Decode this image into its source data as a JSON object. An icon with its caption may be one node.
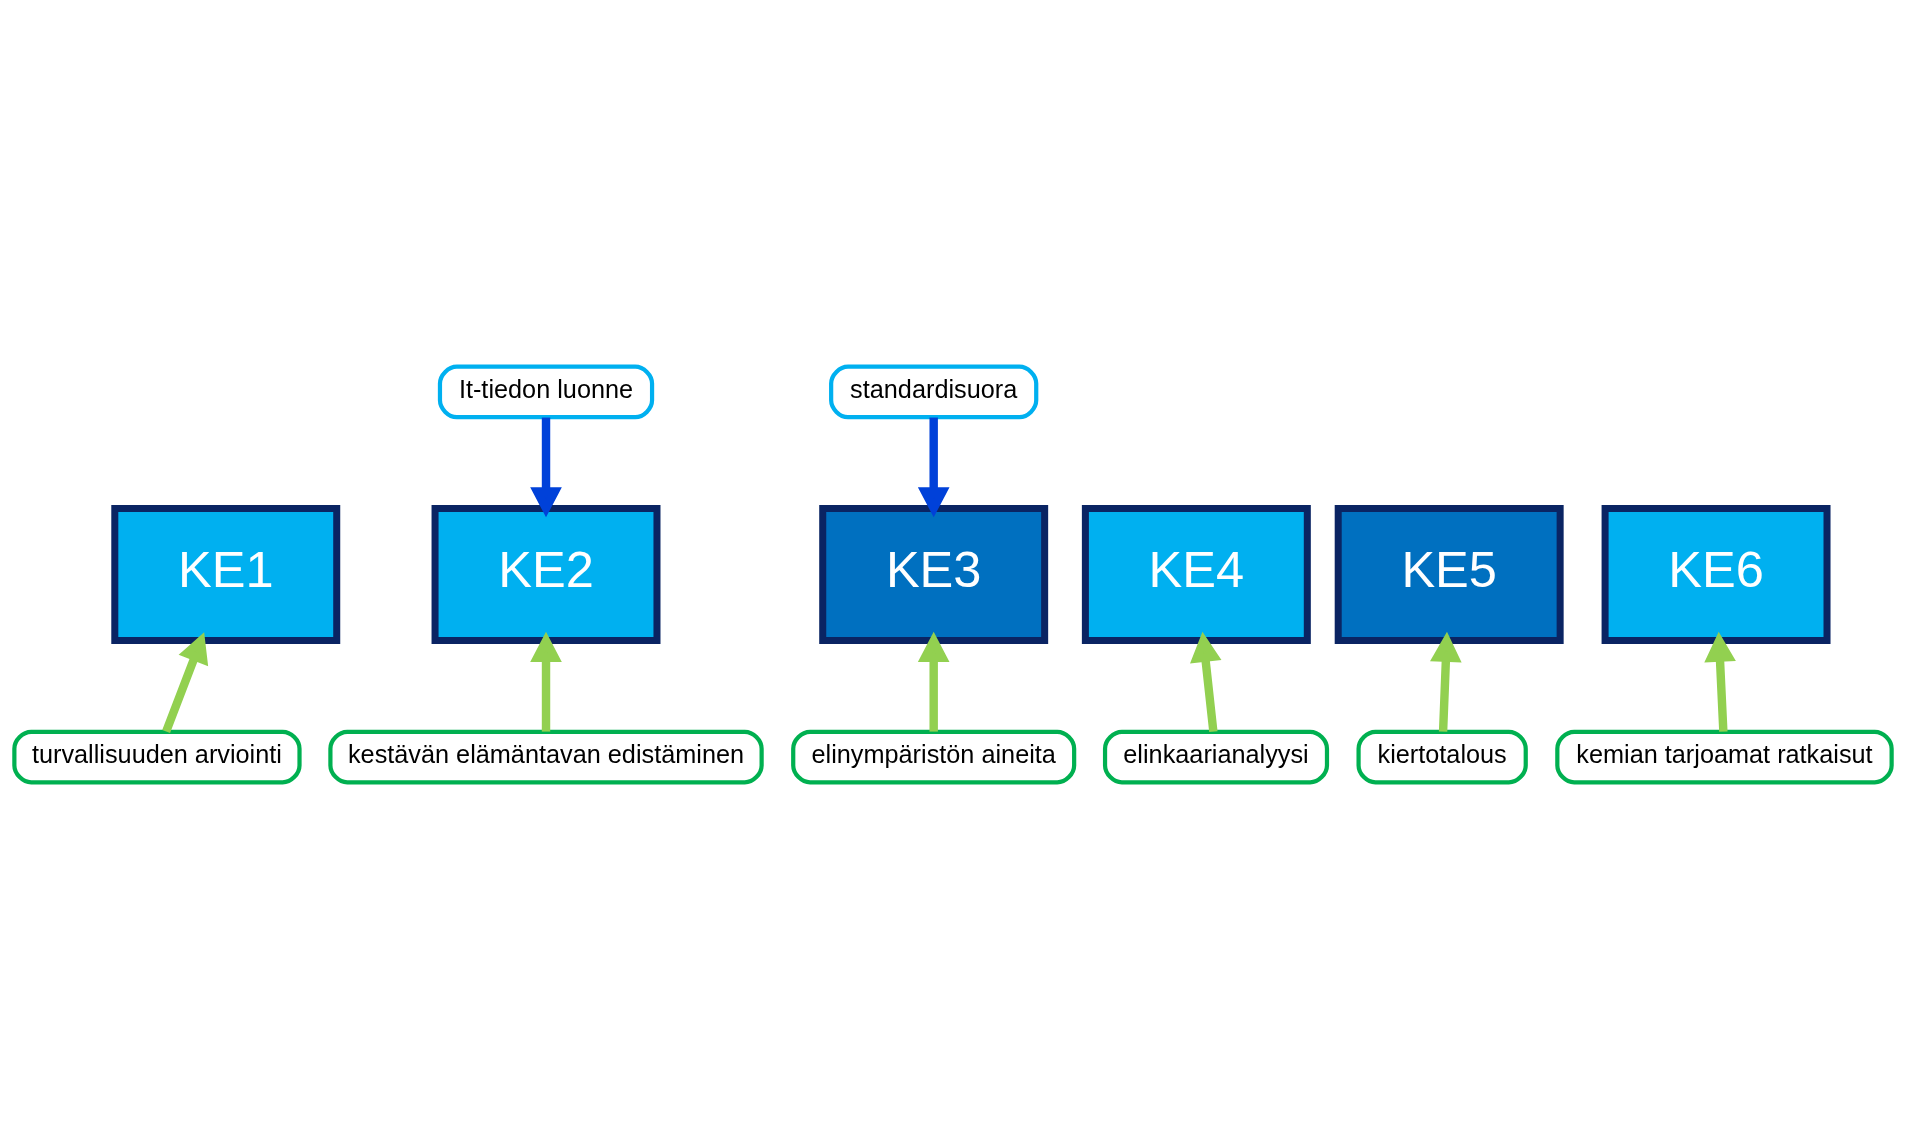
{
  "diagram": {
    "nodes": [
      {
        "text": [
          "KE1"
        ]
      },
      {
        "text": [
          "KE2"
        ]
      },
      {
        "text": [
          "KE3"
        ]
      },
      {
        "text": [
          "KE4"
        ]
      },
      {
        "text": [
          "KE5"
        ]
      },
      {
        "text": [
          "KE6"
        ]
      },
      {
        "text": [
          "It-tiedon luonne"
        ]
      },
      {
        "text": [
          "standardisuora"
        ]
      },
      {
        "text": [
          "turvallisuuden arviointi"
        ]
      },
      {
        "text": [
          "kestävän elämäntavan edistäminen"
        ]
      },
      {
        "text": [
          "elinympäristön aineita"
        ]
      },
      {
        "text": [
          "elinkaarianalyysi"
        ]
      },
      {
        "text": [
          "kiertotalous"
        ]
      },
      {
        "text": [
          "kemian tarjoamat ratkaisut"
        ]
      }
    ],
    "edges": [
      {
        "from": 6,
        "to": 1,
        "arrow": "to",
        "color": "#0041d9"
      },
      {
        "from": 7,
        "to": 2,
        "arrow": "to",
        "color": "#0041d9"
      },
      {
        "from": 8,
        "to": 0,
        "arrow": "to"
      },
      {
        "from": 9,
        "to": 1,
        "arrow": "to"
      },
      {
        "from": 10,
        "to": 2,
        "arrow": "to"
      },
      {
        "from": 11,
        "to": 3,
        "arrow": "to"
      },
      {
        "from": 12,
        "to": 4,
        "arrow": "to"
      },
      {
        "from": 13,
        "to": 5,
        "arrow": "to"
      }
    ]
  }
}
